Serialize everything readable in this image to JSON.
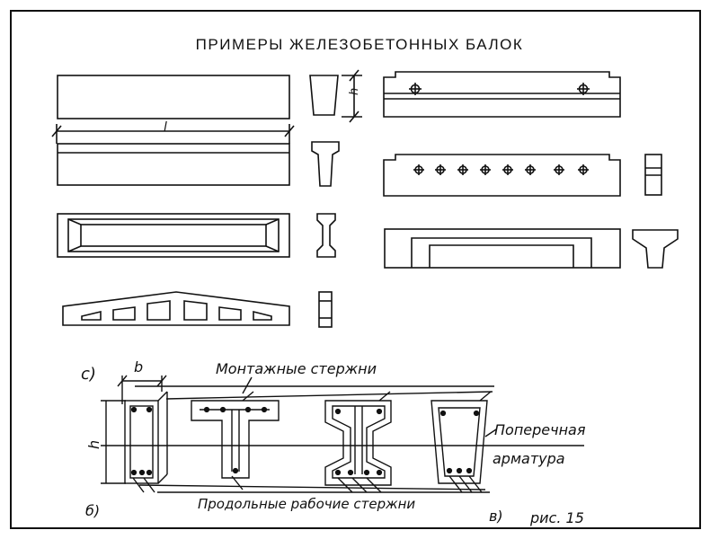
{
  "title": "ПРИМЕРЫ ЖЕЛЕЗОБЕТОННЫХ БАЛОК",
  "top": {
    "dim_l": "l",
    "dim_h": "h"
  },
  "bottom": {
    "label_c": "с)",
    "label_b": "б)",
    "label_v": "в)",
    "dim_b": "b",
    "dim_h": "h",
    "top_bars": "Монтажные стержни",
    "transverse_1": "Поперечная",
    "transverse_2": "арматура",
    "bottom_bars": "Продольные рабочие стержни",
    "fig": "рис. 15"
  }
}
